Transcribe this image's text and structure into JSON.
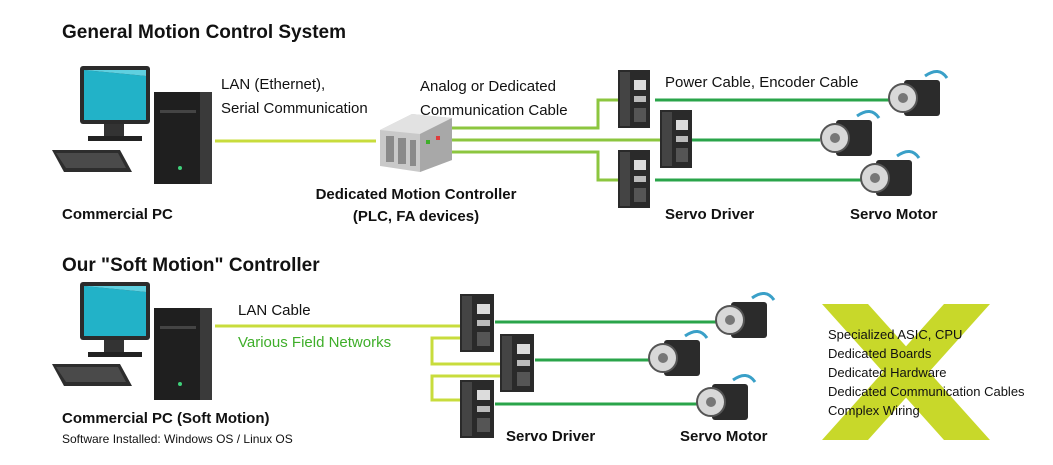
{
  "top": {
    "title": "General Motion Control System",
    "pc_label": "Commercial PC",
    "lan_label_1": "LAN (Ethernet),",
    "lan_label_2": "Serial Communication",
    "cable_label_1": "Analog or Dedicated",
    "cable_label_2": "Communication Cable",
    "controller_label_1": "Dedicated Motion Controller",
    "controller_label_2": "(PLC, FA devices)",
    "power_label": "Power Cable, Encoder Cable",
    "driver_label": "Servo Driver",
    "motor_label": "Servo Motor"
  },
  "bottom": {
    "title": "Our \"Soft Motion\" Controller",
    "pc_label": "Commercial PC (Soft Motion)",
    "pc_sub": "Software Installed: Windows OS / Linux OS",
    "lan_label": "LAN Cable",
    "network_label": "Various Field Networks",
    "driver_label": "Servo Driver",
    "motor_label": "Servo Motor"
  },
  "eliminated": {
    "items": [
      "Specialized ASIC, CPU",
      "Dedicated Boards",
      "Dedicated Hardware",
      "Dedicated Communication Cables",
      "Complex Wiring"
    ]
  },
  "colors": {
    "lan_line": "#c8dc3c",
    "field_line": "#3fae2a",
    "motor_line": "#2aa44a",
    "cross": "#c8d82a",
    "monitor_screen": "#22b2c8"
  }
}
